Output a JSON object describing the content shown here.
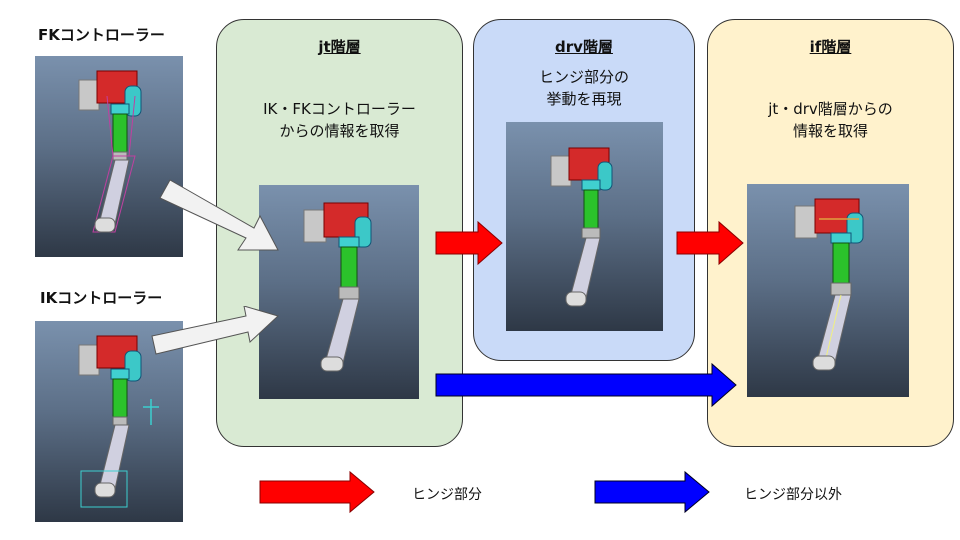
{
  "controllers": {
    "fk_label": "FKコントローラー",
    "ik_label": "IKコントローラー"
  },
  "panels": {
    "jt": {
      "title": "jt階層",
      "desc_line1": "IK・FKコントローラー",
      "desc_line2": "からの情報を取得",
      "color": "#d9ead3"
    },
    "drv": {
      "title": "drv階層",
      "desc_line1": "ヒンジ部分の",
      "desc_line2": "挙動を再現",
      "color": "#c9daf8"
    },
    "if": {
      "title": "if階層",
      "desc_line1": "jt・drv階層からの",
      "desc_line2": "情報を取得",
      "color": "#fff2cc"
    }
  },
  "legend": {
    "hinge_label": "ヒンジ部分",
    "non_hinge_label": "ヒンジ部分以外",
    "hinge_color": "#ff0000",
    "non_hinge_color": "#0000ff"
  },
  "icons": {
    "robot_arm": "robot-arm-icon",
    "arrow": "arrow-icon"
  }
}
